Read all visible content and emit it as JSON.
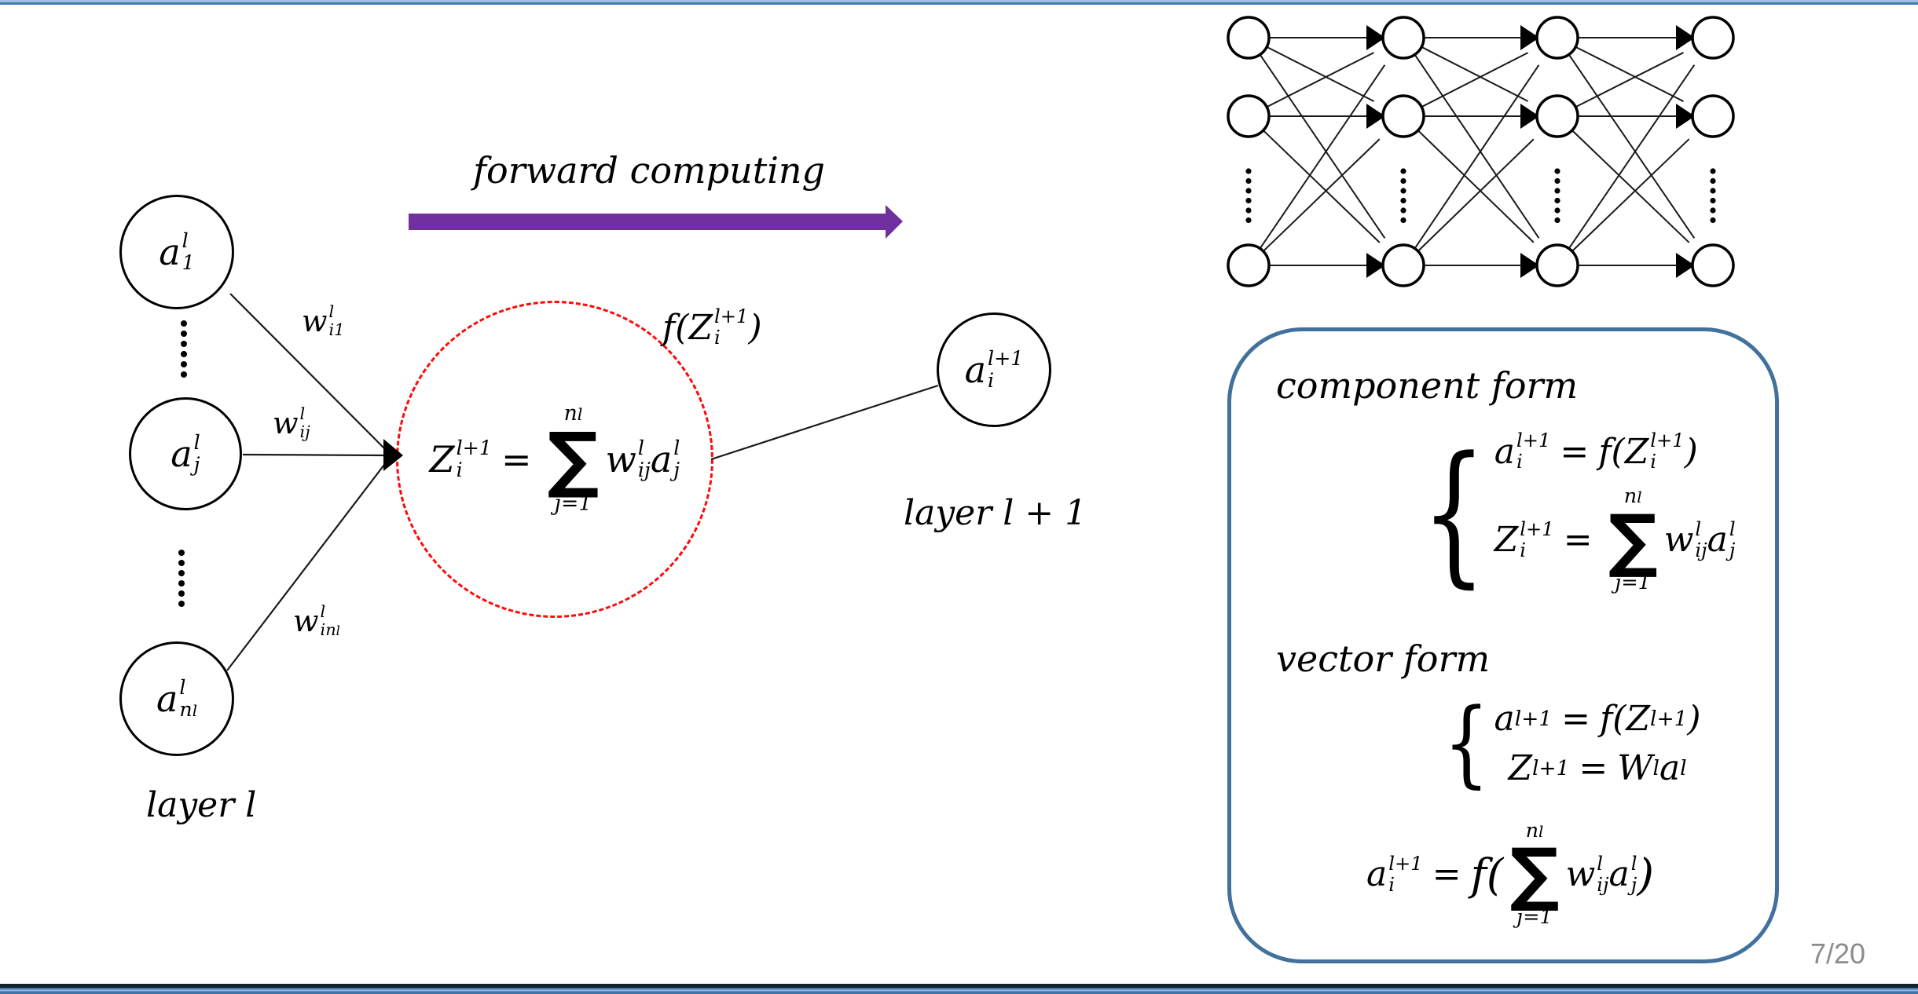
{
  "slide": {
    "page_number": "7/20"
  },
  "colors": {
    "accent_purple": "#7030a0",
    "dashed_red": "#ff0a0a",
    "box_border_blue": "#41719c",
    "page_number_gray": "#8c8c8c",
    "top_border_blue": "#9fc0e4"
  },
  "left_diagram": {
    "forward_label": "forward computing",
    "layer_l_label": "layer l",
    "layer_l1_label": "layer l + 1",
    "nodes": {
      "a1": {
        "base": "a",
        "sup": "l",
        "sub": "1"
      },
      "aj": {
        "base": "a",
        "sup": "l",
        "sub": "j"
      },
      "anl": {
        "base": "a",
        "sup": "l",
        "sub": "n",
        "subsub": "l"
      },
      "ai": {
        "base": "a",
        "sup": "l+1",
        "sub": "i"
      }
    },
    "weights": {
      "wi1": {
        "base": "w",
        "sup": "l",
        "sub": "i1"
      },
      "wij": {
        "base": "w",
        "sup": "l",
        "sub": "ij"
      },
      "winl": {
        "base": "w",
        "sup": "l",
        "sub": "in",
        "subsub": "l"
      }
    },
    "f_label": {
      "prefix": "f(",
      "base": "Z",
      "sup": "l+1",
      "sub": "i",
      "suffix": ")"
    },
    "z_formula": {
      "lhs": {
        "base": "Z",
        "sup": "l+1",
        "sub": "i"
      },
      "equals": "=",
      "sum": {
        "upper_base": "n",
        "upper_sub": "l",
        "sigma": "∑",
        "lower": "j=1"
      },
      "w": {
        "base": "w",
        "sup": "l",
        "sub": "ij"
      },
      "a": {
        "base": "a",
        "sup": "l",
        "sub": "j"
      }
    }
  },
  "network": {
    "layers": 4,
    "visible_nodes_per_layer": 3,
    "has_ellipsis": true
  },
  "box": {
    "heading_component": "component form",
    "heading_vector": "vector form",
    "brace": "{",
    "component_eq1": {
      "a": {
        "base": "a",
        "sup": "l+1",
        "sub": "i"
      },
      "equals": "=",
      "f_open": "f(",
      "z": {
        "base": "Z",
        "sup": "l+1",
        "sub": "i"
      },
      "close": ")"
    },
    "component_eq2": {
      "lhs": {
        "base": "Z",
        "sup": "l+1",
        "sub": "i"
      },
      "equals": "=",
      "sum": {
        "upper_base": "n",
        "upper_sub": "l",
        "sigma": "∑",
        "lower": "j=1"
      },
      "w": {
        "base": "w",
        "sup": "l",
        "sub": "ij"
      },
      "a": {
        "base": "a",
        "sup": "l",
        "sub": "j"
      }
    },
    "vector_eq1": {
      "a_base": "a",
      "a_sup": "l+1",
      "equals": "=",
      "f_open": "f(",
      "z_base": "Z",
      "z_sup": "l+1",
      "close": ")"
    },
    "vector_eq2": {
      "z_base": "Z",
      "z_sup": "l+1",
      "equals": "=",
      "w_base": "W",
      "w_sup": "l",
      "a_base": "a",
      "a_sup": "l"
    },
    "final_eq": {
      "a": {
        "base": "a",
        "sup": "l+1",
        "sub": "i"
      },
      "equals": "=",
      "f_open": "f(",
      "sum": {
        "upper_base": "n",
        "upper_sub": "l",
        "sigma": "∑",
        "lower": "j=1"
      },
      "w": {
        "base": "w",
        "sup": "l",
        "sub": "ij"
      },
      "a2": {
        "base": "a",
        "sup": "l",
        "sub": "j"
      },
      "close": ")"
    }
  }
}
